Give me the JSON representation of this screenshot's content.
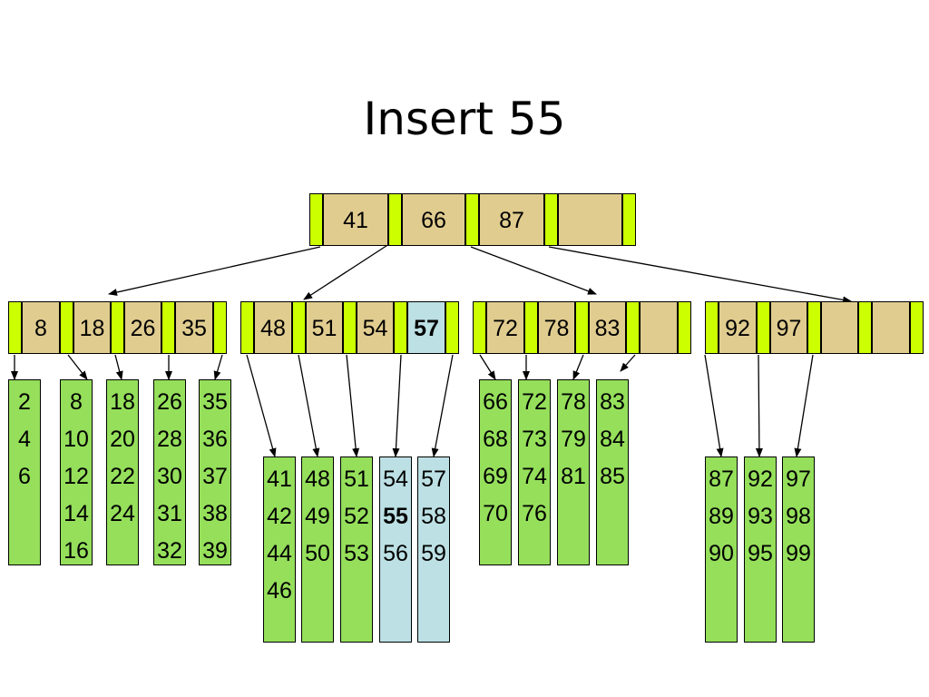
{
  "title": "Insert 55",
  "colors": {
    "pointer": "#ccff00",
    "key": "#e0cc8f",
    "leaf": "#95df5b",
    "highlight": "#bce0e4"
  },
  "root": {
    "keys": [
      "41",
      "66",
      "87",
      ""
    ]
  },
  "internal_nodes": [
    {
      "keys": [
        "8",
        "18",
        "26",
        "35"
      ]
    },
    {
      "keys": [
        "48",
        "51",
        "54",
        "57"
      ],
      "highlight": "57"
    },
    {
      "keys": [
        "72",
        "78",
        "83",
        ""
      ]
    },
    {
      "keys": [
        "92",
        "97",
        "",
        ""
      ]
    }
  ],
  "leaves": [
    {
      "values": [
        "2",
        "4",
        "6"
      ]
    },
    {
      "values": [
        "8",
        "10",
        "12",
        "14",
        "16"
      ]
    },
    {
      "values": [
        "18",
        "20",
        "22",
        "24"
      ]
    },
    {
      "values": [
        "26",
        "28",
        "30",
        "31",
        "32"
      ]
    },
    {
      "values": [
        "35",
        "36",
        "37",
        "38",
        "39"
      ]
    },
    {
      "values": [
        "41",
        "42",
        "44",
        "46"
      ]
    },
    {
      "values": [
        "48",
        "49",
        "50"
      ]
    },
    {
      "values": [
        "51",
        "52",
        "53"
      ]
    },
    {
      "values": [
        "54",
        "55",
        "56"
      ],
      "highlight": true,
      "bold": "55"
    },
    {
      "values": [
        "57",
        "58",
        "59"
      ],
      "highlight": true
    },
    {
      "values": [
        "66",
        "68",
        "69",
        "70"
      ]
    },
    {
      "values": [
        "72",
        "73",
        "74",
        "76"
      ]
    },
    {
      "values": [
        "78",
        "79",
        "81"
      ]
    },
    {
      "values": [
        "83",
        "84",
        "85"
      ]
    },
    {
      "values": [
        "87",
        "89",
        "90"
      ]
    },
    {
      "values": [
        "92",
        "93",
        "95"
      ]
    },
    {
      "values": [
        "97",
        "98",
        "99"
      ]
    }
  ]
}
